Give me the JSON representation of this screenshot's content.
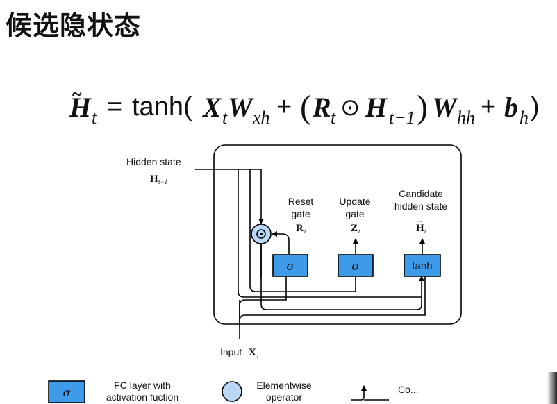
{
  "slide": {
    "title": "候选隐状态"
  },
  "formula": {
    "lhs": "H",
    "lhs_sub": "t",
    "equals": "=",
    "func": "tanh(",
    "x": "X",
    "x_sub": "t",
    "w1": "W",
    "w1_sub": "xh",
    "plus1": "+",
    "lparen": "(",
    "r": "R",
    "r_sub": "t",
    "odot": "⊙",
    "h": "H",
    "h_sub": "t−1",
    "rparen": ")",
    "w2": "W",
    "w2_sub": "hh",
    "plus2": "+",
    "b": "b",
    "b_sub": "h",
    "close": ")"
  },
  "diagram": {
    "hidden_state": {
      "label": "Hidden state",
      "symbol": "H",
      "sub": "t−1"
    },
    "reset_gate": {
      "line1": "Reset",
      "line2": "gate",
      "symbol": "R",
      "sub": "t"
    },
    "update_gate": {
      "line1": "Update",
      "line2": "gate",
      "symbol": "Z",
      "sub": "t"
    },
    "candidate": {
      "line1": "Candidate",
      "line2": "hidden state",
      "symbol": "H",
      "sub": "t"
    },
    "input": {
      "label": "Input",
      "symbol": "X",
      "sub": "t"
    },
    "boxes": {
      "sigma1": "σ",
      "sigma2": "σ",
      "tanh": "tanh"
    },
    "operator": "⊙"
  },
  "legend": {
    "fc_symbol": "σ",
    "fc_line1": "FC layer with",
    "fc_line2": "activation fuction",
    "op_line1": "Elementwise",
    "op_line2": "operator",
    "copy_label": "Co..."
  },
  "colors": {
    "box_fill": "#3d9be9",
    "operator_fill": "#b8d8f5",
    "stroke": "#000000"
  }
}
